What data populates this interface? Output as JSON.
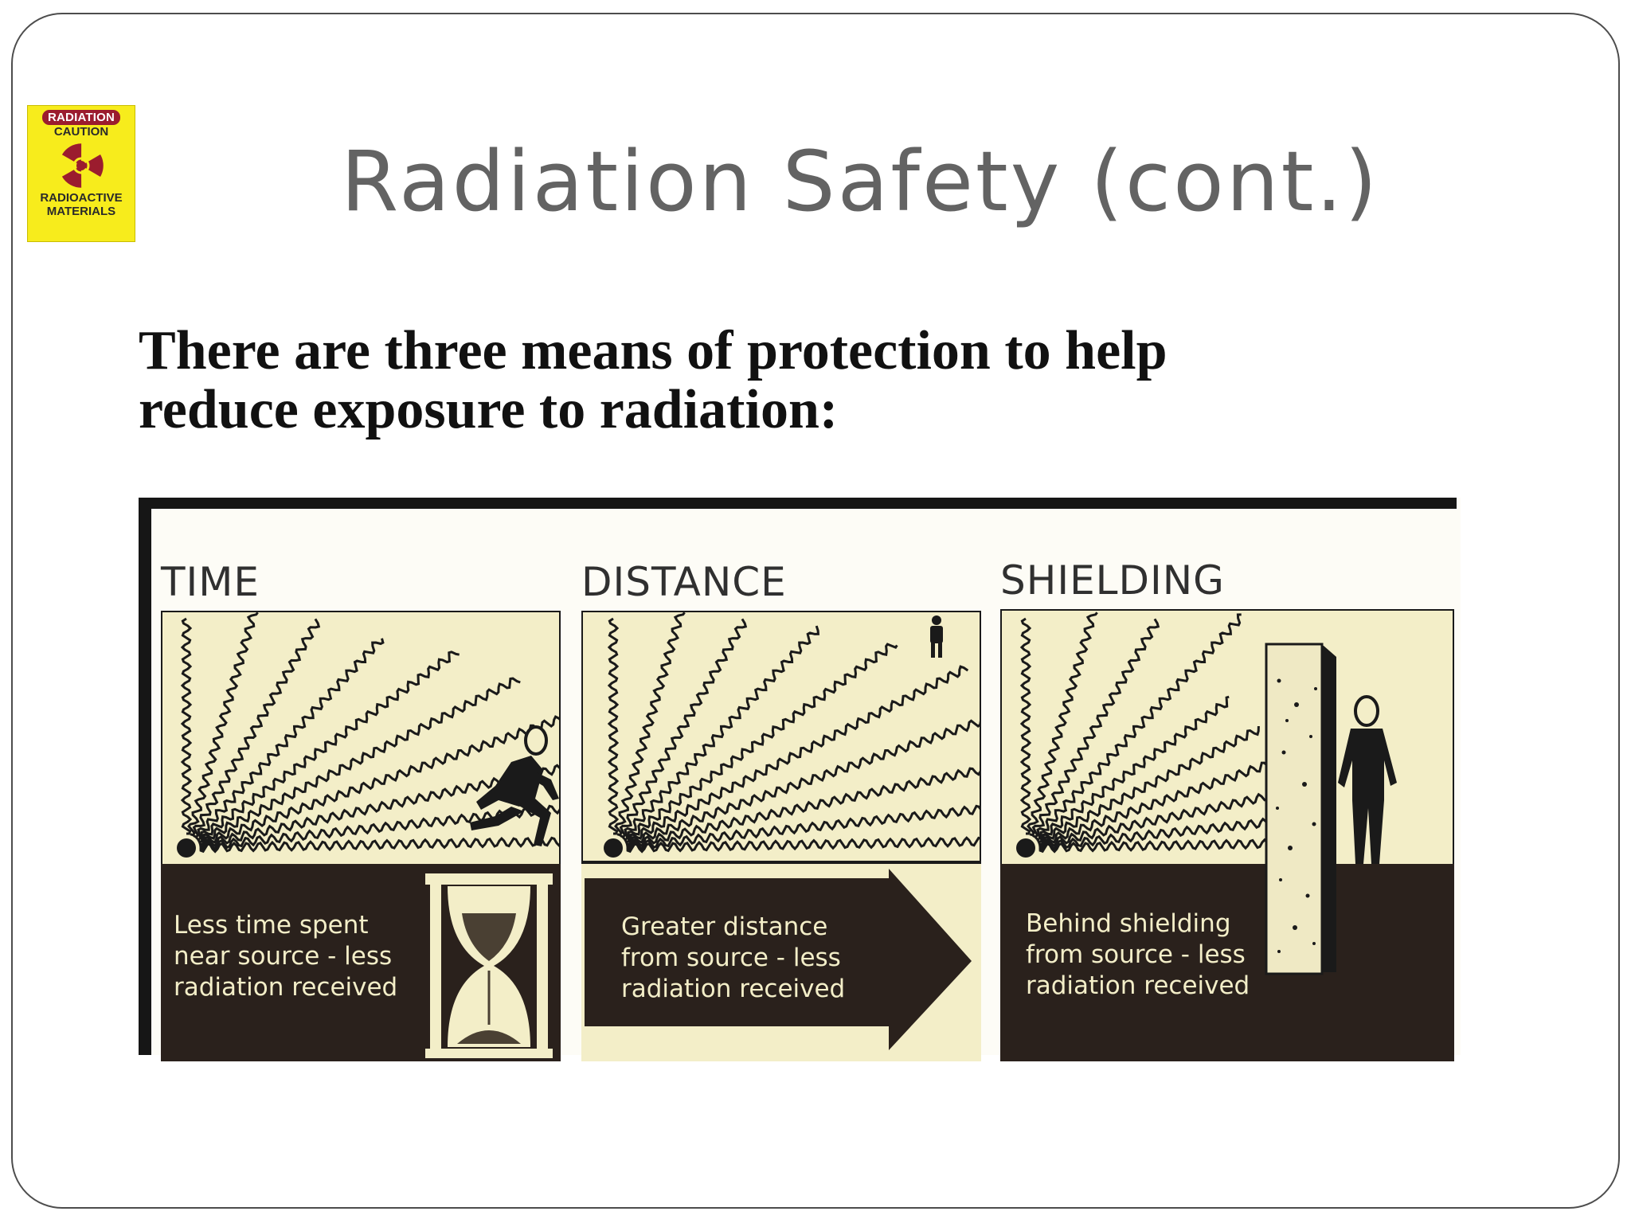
{
  "sign": {
    "badge": "RADIATION",
    "caution": "CAUTION",
    "line1": "RADIOACTIVE",
    "line2": "MATERIALS",
    "icon": "trefoil-icon",
    "colors": {
      "background": "#f7ec1c",
      "symbol": "#9b1c2e"
    }
  },
  "title": "Radiation Safety (cont.)",
  "intro": {
    "line1": "There are three means of protection to help",
    "line2": "reduce exposure to radiation:"
  },
  "figure": {
    "colors": {
      "panel": "#f3eec8",
      "ground": "#2a211c",
      "ink": "#1a1a1a"
    },
    "panels": [
      {
        "heading": "TIME",
        "caption": [
          "Less time spent",
          "near source - less",
          "radiation received"
        ],
        "icon": "hourglass-icon"
      },
      {
        "heading": "DISTANCE",
        "caption": [
          "Greater distance",
          "from source - less",
          "radiation received"
        ],
        "icon": "arrow-right-icon"
      },
      {
        "heading": "SHIELDING",
        "caption": [
          "Behind shielding",
          "from source - less",
          "radiation received"
        ],
        "icon": "shield-wall-icon"
      }
    ]
  }
}
